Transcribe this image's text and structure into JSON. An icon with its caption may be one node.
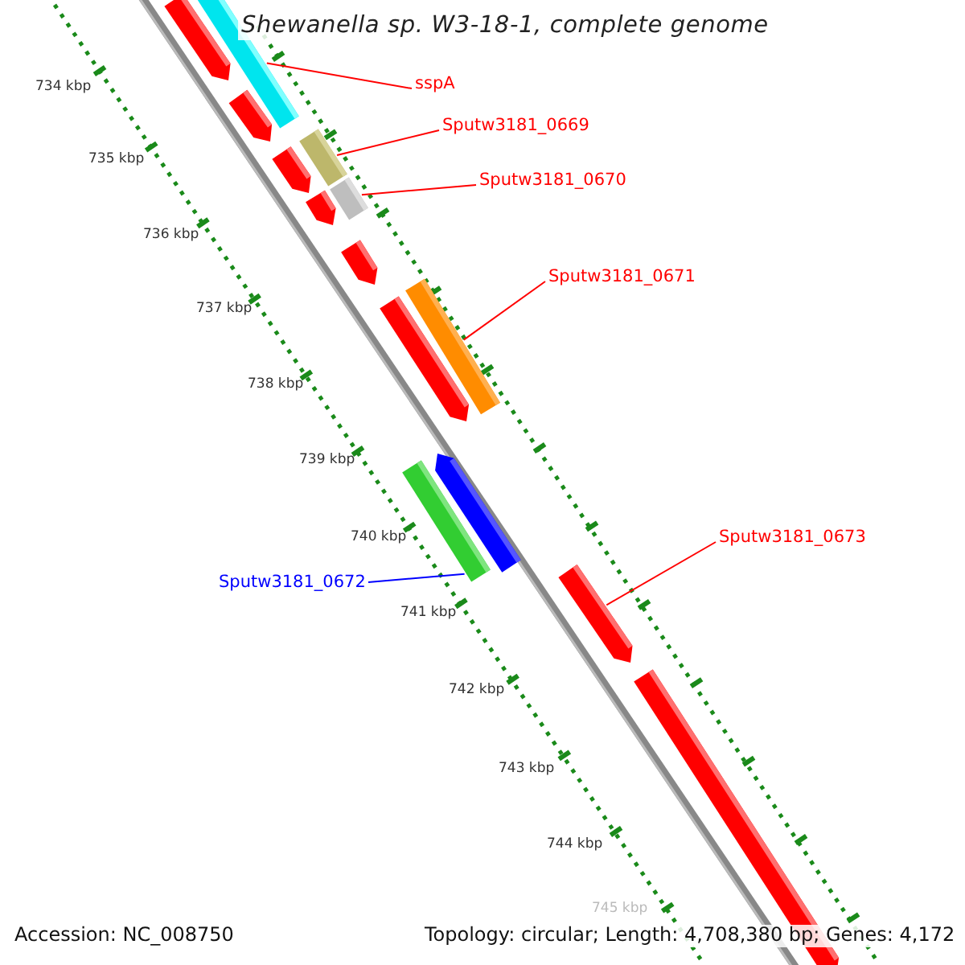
{
  "diagram": {
    "title": "Shewanella sp. W3-18-1, complete genome",
    "nodes": [
      {
        "text": [
          "sspA"
        ]
      },
      {
        "text": [
          "Sputw3181_0669"
        ]
      },
      {
        "text": [
          "Sputw3181_0670"
        ]
      },
      {
        "text": [
          "Sputw3181_0671"
        ]
      },
      {
        "text": [
          "Sputw3181_0673"
        ]
      },
      {
        "text": [
          "Sputw3181_0672"
        ]
      },
      {
        "text": [],
        "shape": "bar"
      },
      {
        "text": [],
        "shape": "bar"
      },
      {
        "text": [],
        "shape": "bar"
      },
      {
        "text": [],
        "shape": "bar"
      },
      {
        "text": [],
        "shape": "bar"
      },
      {
        "text": [],
        "shape": "bar"
      }
    ],
    "edges": [
      {
        "from": 0,
        "to": 6,
        "arrow": "none"
      },
      {
        "from": 1,
        "to": 7,
        "arrow": "none"
      },
      {
        "from": 2,
        "to": 8,
        "arrow": "none"
      },
      {
        "from": 3,
        "to": 9,
        "arrow": "none"
      },
      {
        "from": 4,
        "to": 11,
        "arrow": "none"
      },
      {
        "from": 5,
        "to": 10,
        "arrow": "none",
        "color": "#0000ff"
      }
    ],
    "labels": [
      "734 kbp",
      "735 kbp",
      "736 kbp",
      "737 kbp",
      "738 kbp",
      "739 kbp",
      "740 kbp",
      "741 kbp",
      "742 kbp",
      "743 kbp",
      "744 kbp",
      "745 kbp",
      "Accession: NC_008750",
      "Topology: circular; Length: 4,708,380 bp; Genes: 4,172"
    ]
  }
}
